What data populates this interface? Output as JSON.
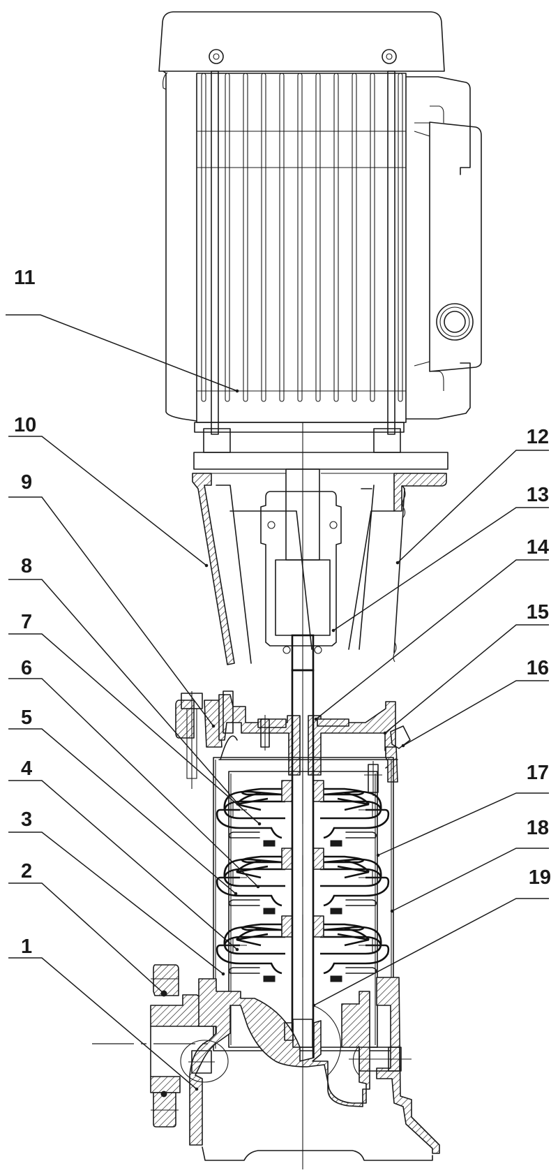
{
  "diagram": {
    "type": "technical-cross-section",
    "subject": "vertical multistage centrifugal pump",
    "line_color": "#1a1a1a",
    "background": "#ffffff"
  },
  "callouts": [
    {
      "id": "1",
      "label": "1",
      "side": "left"
    },
    {
      "id": "2",
      "label": "2",
      "side": "left"
    },
    {
      "id": "3",
      "label": "3",
      "side": "left"
    },
    {
      "id": "4",
      "label": "4",
      "side": "left"
    },
    {
      "id": "5",
      "label": "5",
      "side": "left"
    },
    {
      "id": "6",
      "label": "6",
      "side": "left"
    },
    {
      "id": "7",
      "label": "7",
      "side": "left"
    },
    {
      "id": "8",
      "label": "8",
      "side": "left"
    },
    {
      "id": "9",
      "label": "9",
      "side": "left"
    },
    {
      "id": "10",
      "label": "10",
      "side": "left"
    },
    {
      "id": "11",
      "label": "11",
      "side": "left"
    },
    {
      "id": "12",
      "label": "12",
      "side": "right"
    },
    {
      "id": "13",
      "label": "13",
      "side": "right"
    },
    {
      "id": "14",
      "label": "14",
      "side": "right"
    },
    {
      "id": "15",
      "label": "15",
      "side": "right"
    },
    {
      "id": "16",
      "label": "16",
      "side": "right"
    },
    {
      "id": "17",
      "label": "17",
      "side": "right"
    },
    {
      "id": "18",
      "label": "18",
      "side": "right"
    },
    {
      "id": "19",
      "label": "19",
      "side": "right"
    }
  ],
  "stages": 3
}
